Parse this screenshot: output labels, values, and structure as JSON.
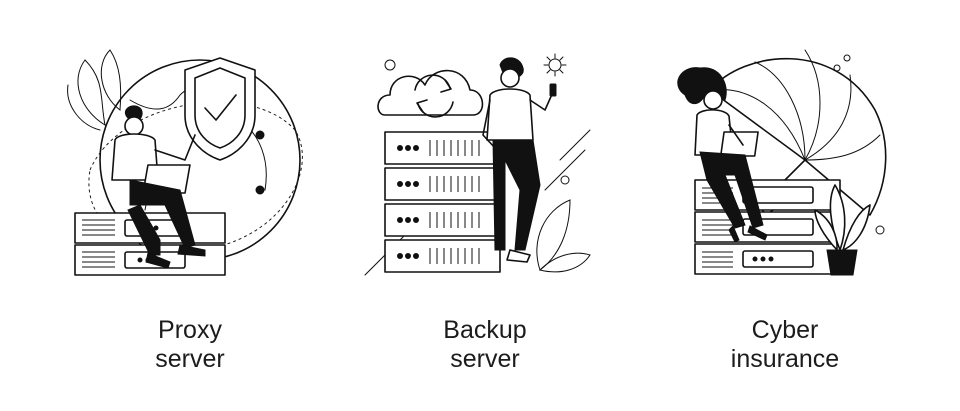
{
  "panels": [
    {
      "caption_line1": "Proxy",
      "caption_line2": "server",
      "icon": "proxy-server-illustration"
    },
    {
      "caption_line1": "Backup",
      "caption_line2": "server",
      "icon": "backup-server-illustration"
    },
    {
      "caption_line1": "Cyber",
      "caption_line2": "insurance",
      "icon": "cyber-insurance-illustration"
    }
  ],
  "colors": {
    "background": "#ffffff",
    "ink": "#111111"
  }
}
